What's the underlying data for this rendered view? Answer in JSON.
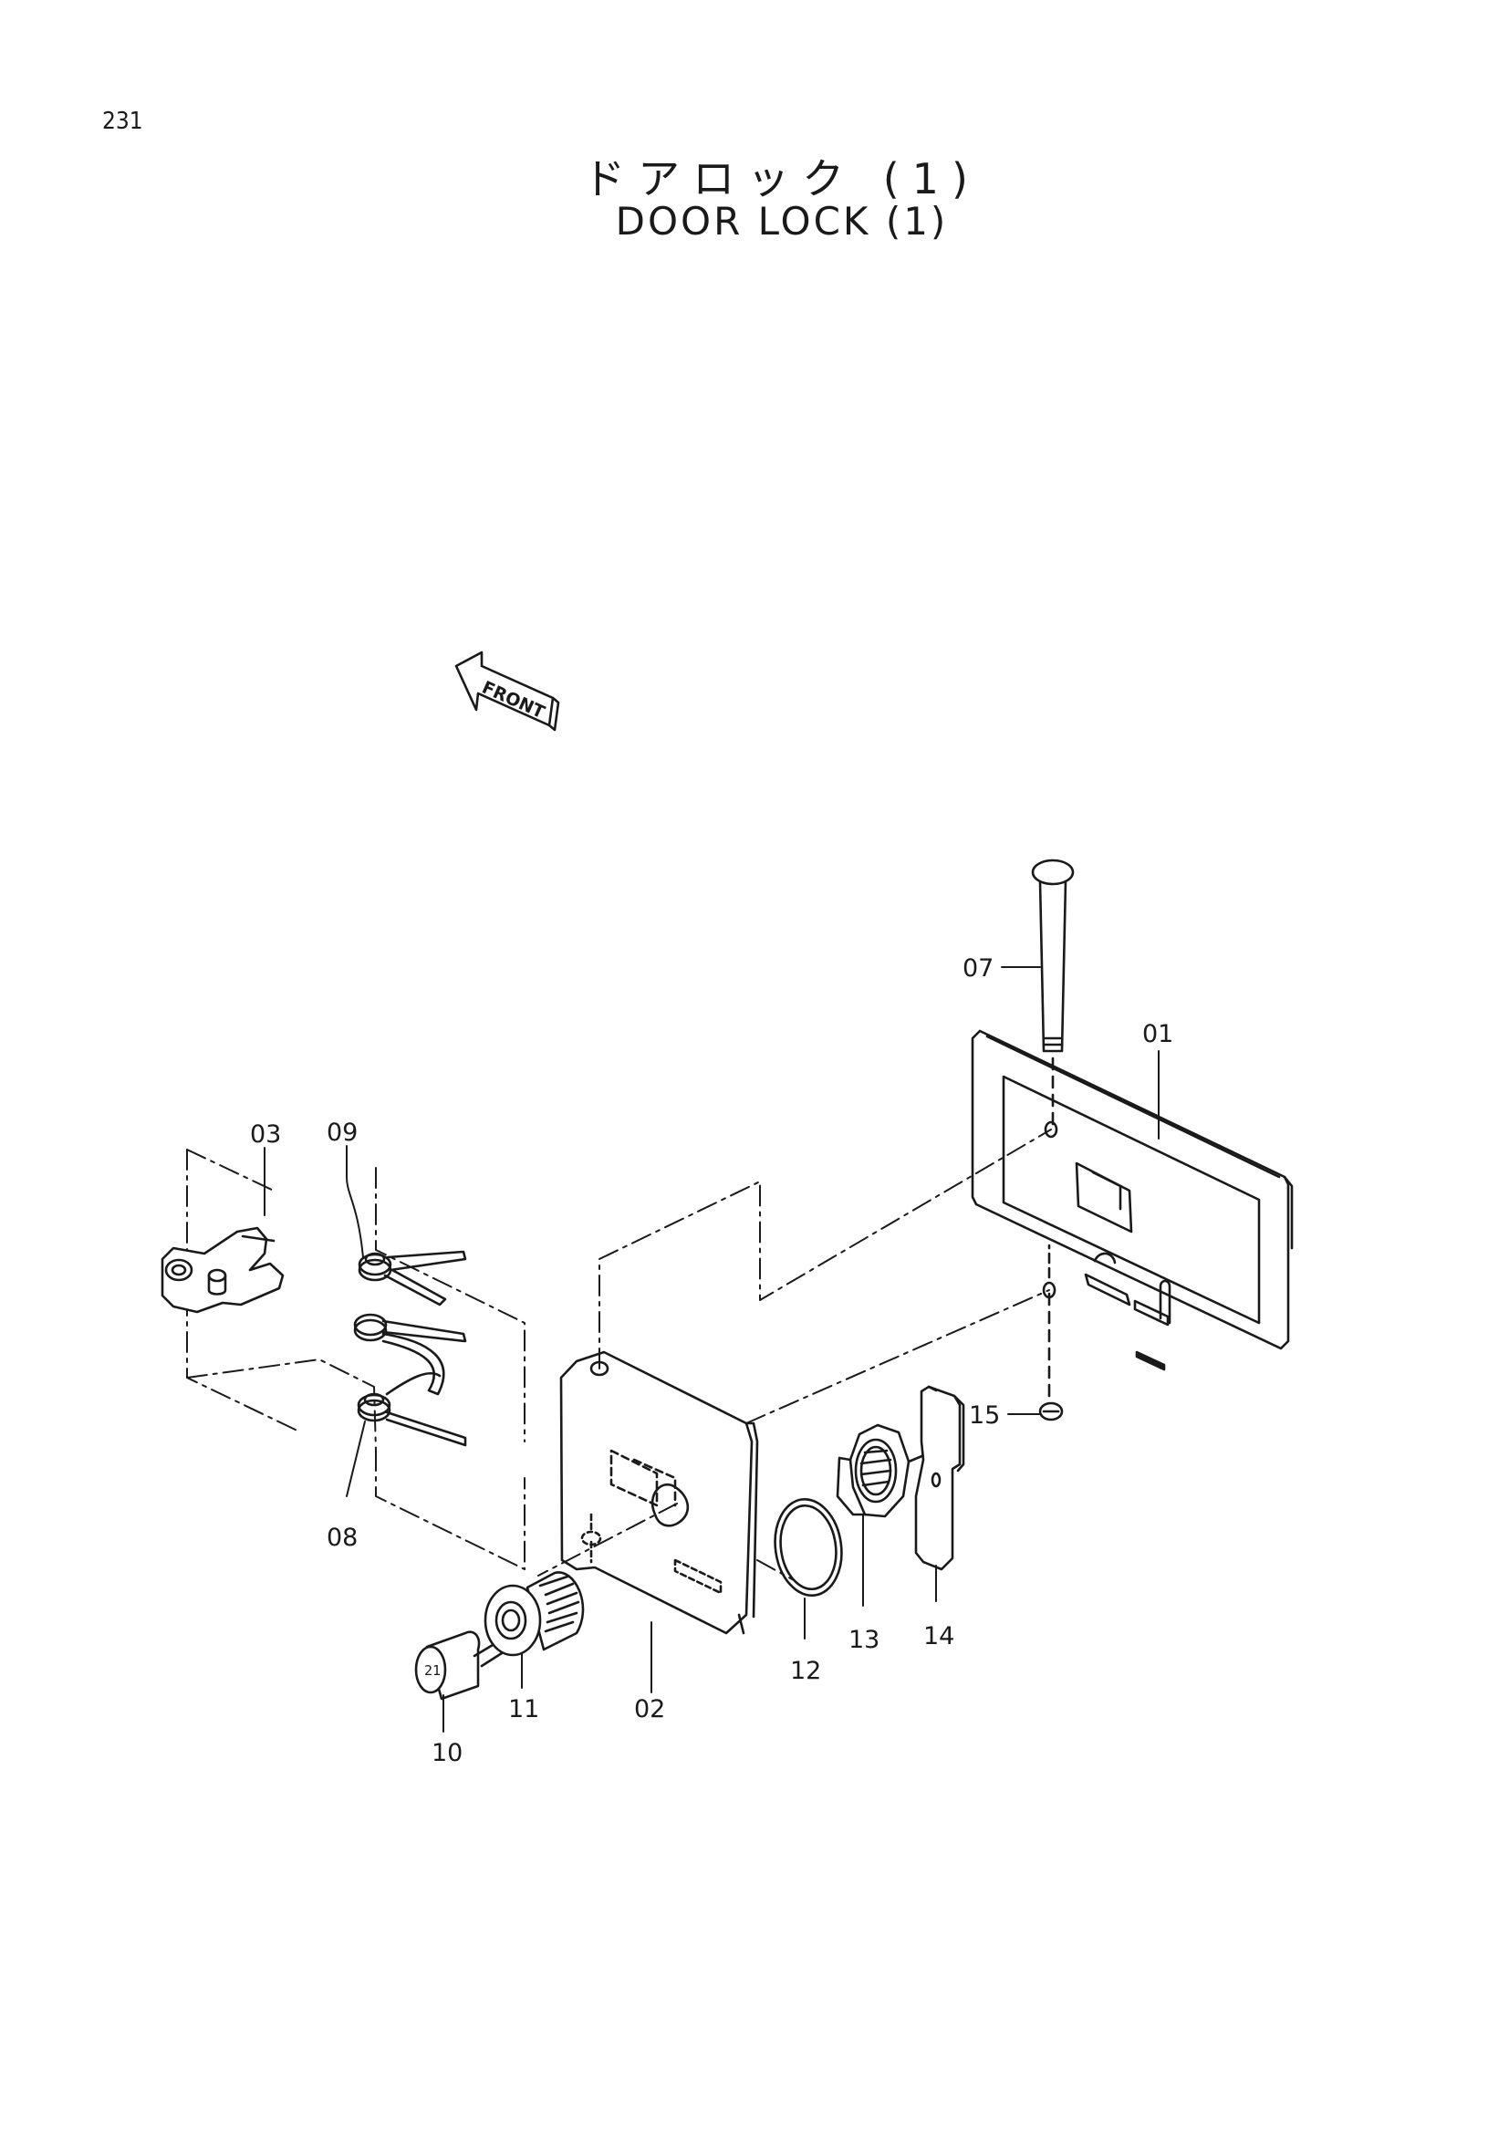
{
  "page_number": "231",
  "title_jp": "ドアロック (1)",
  "title_en": "DOOR LOCK (1)",
  "front_marker": "FRONT",
  "part_labels": {
    "p01": "01",
    "p02": "02",
    "p03": "03",
    "p07": "07",
    "p08": "08",
    "p09": "09",
    "p10": "10",
    "p11": "11",
    "p12": "12",
    "p13": "13",
    "p14": "14",
    "p15": "15"
  },
  "key_head_mark": "21"
}
